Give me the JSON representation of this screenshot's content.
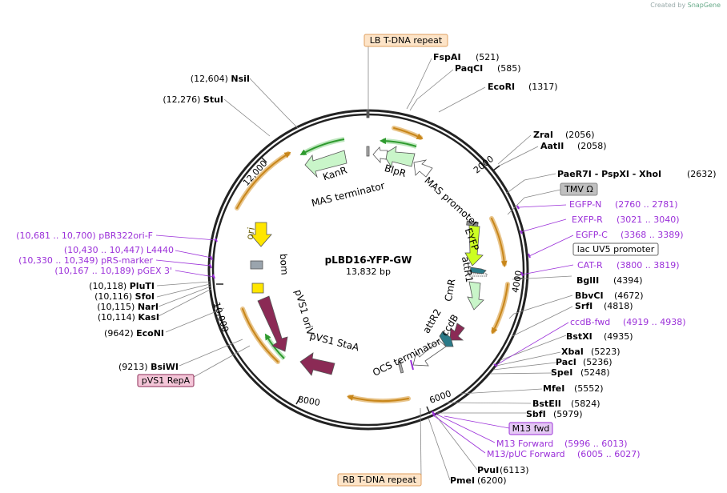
{
  "credit": {
    "prefix": "Created by",
    "brand": "SnapGene"
  },
  "plasmid": {
    "name": "pLBD16-YFP-GW",
    "size": "13,832 bp"
  },
  "ticks": [
    "2000",
    "4000",
    "6000",
    "8000",
    "10,000",
    "12,000"
  ],
  "features_inner": [
    "KanR",
    "MAS terminator",
    "BlpR",
    "MAS promoter",
    "EYFP",
    "attR1",
    "CmR",
    "attR2",
    "ccdB",
    "OCS terminator",
    "pVS1 StaA",
    "pVS1 oriV",
    "bom",
    "ori"
  ],
  "boxed": {
    "lb": "LB T-DNA repeat",
    "rb": "RB T-DNA repeat",
    "tmv": "TMV Ω",
    "lac": "lac UV5 promoter",
    "repa": "pVS1 RepA",
    "m13fwd": "M13 fwd"
  },
  "right_enzymes": [
    {
      "name": "FspAI",
      "pos": "(521)"
    },
    {
      "name": "PaqCI",
      "pos": "(585)"
    },
    {
      "name": "EcoRI",
      "pos": "(1317)"
    },
    {
      "name": "ZraI",
      "pos": "(2056)"
    },
    {
      "name": "AatII",
      "pos": "(2058)"
    },
    {
      "name": "PaeR7I  - PspXI  - XhoI",
      "pos": "(2632)"
    },
    {
      "name": "BglII",
      "pos": "(4394)"
    },
    {
      "name": "BbvCI",
      "pos": "(4672)"
    },
    {
      "name": "SrfI",
      "pos": "(4818)"
    },
    {
      "name": "BstXI",
      "pos": "(4935)"
    },
    {
      "name": "XbaI",
      "pos": "(5223)"
    },
    {
      "name": "PacI",
      "pos": "(5236)"
    },
    {
      "name": "SpeI",
      "pos": "(5248)"
    },
    {
      "name": "MfeI",
      "pos": "(5552)"
    },
    {
      "name": "BstEII",
      "pos": "(5824)"
    },
    {
      "name": "SbfI",
      "pos": "(5979)"
    },
    {
      "name": "PvuI",
      "pos": "(6113)"
    },
    {
      "name": "PmeI",
      "pos": "(6200)"
    }
  ],
  "right_primers": [
    {
      "name": "EGFP-N",
      "pos": "(2760 .. 2781)"
    },
    {
      "name": "EXFP-R",
      "pos": "(3021 .. 3040)"
    },
    {
      "name": "EGFP-C",
      "pos": "(3368 .. 3389)"
    },
    {
      "name": "CAT-R",
      "pos": "(3800 .. 3819)"
    },
    {
      "name": "ccdB-fwd",
      "pos": "(4919 .. 4938)"
    },
    {
      "name": "M13 Forward",
      "pos": "(5996 .. 6013)"
    },
    {
      "name": "M13/pUC Forward",
      "pos": "(6005 .. 6027)"
    }
  ],
  "left_enzymes": [
    {
      "name": "NsiI",
      "pos": "(12,604)"
    },
    {
      "name": "StuI",
      "pos": "(12,276)"
    },
    {
      "name": "PluTI",
      "pos": "(10,118)"
    },
    {
      "name": "SfoI",
      "pos": "(10,116)"
    },
    {
      "name": "NarI",
      "pos": "(10,115)"
    },
    {
      "name": "KasI",
      "pos": "(10,114)"
    },
    {
      "name": "EcoNI",
      "pos": "(9642)"
    },
    {
      "name": "BsiWI",
      "pos": "(9213)"
    }
  ],
  "left_primers": [
    {
      "name": "pBR322ori-F",
      "pos": "(10,681 .. 10,700)"
    },
    {
      "name": "L4440",
      "pos": "(10,430 .. 10,447)"
    },
    {
      "name": "pRS-marker",
      "pos": "(10,330 .. 10,349)"
    },
    {
      "name": "pGEX 3'",
      "pos": "(10,167 .. 10,189)"
    }
  ],
  "colors": {
    "primer": "#9b30d9",
    "orange": "#e8a640",
    "green": "#2e9a2e",
    "maroon": "#8b2a55",
    "yfp": "#ccff22",
    "teal": "#2a7a88",
    "boxfill": "#fde4c8",
    "boxstroke": "#e0a060"
  }
}
